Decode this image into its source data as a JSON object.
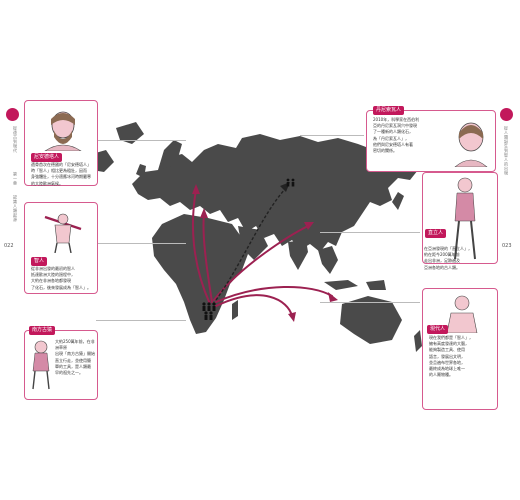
{
  "left_margin": {
    "vertical_title": "從遠古到現代",
    "chapter": "第一章",
    "subtitle": "認識人類起源",
    "page_number": "022"
  },
  "right_margin": {
    "vertical_title": "從人類誕生到智人的出現",
    "page_number": "023"
  },
  "cards": {
    "dmanisi": {
      "tag": "尼安德塔人",
      "text": [
        "遺骨首次在德國的「尼安德塔人」",
        "時「智人」相比更為粗壯，因而",
        "身強體壯，十分適應冰河時期嚴寒",
        "的大陸歐洲氣候。"
      ]
    },
    "erectus": {
      "tag": "智人",
      "text": [
        "從非洲出發的最初的智人",
        "抵達歐洲大陸的過程中，",
        "大約在非洲各地都發現",
        "了化石，後來發展成為「智人」。"
      ]
    },
    "australopithecus": {
      "tag": "南方古猿",
      "text": [
        "大約250萬年前，在非洲草原",
        "出現「南方古猿」開始",
        "直立行走，並使用簡",
        "單的工具，是人類最",
        "早的祖先之一。"
      ]
    },
    "denisovan": {
      "tag": "丹尼索瓦人",
      "text": [
        "2010年，科學家在西伯利",
        "亞的丹尼索瓦洞穴中發現",
        "了一種新的人類化石，",
        "為「丹尼索瓦人」，",
        "他們與尼安德塔人有著",
        "密切的關係。"
      ]
    },
    "homo_erectus": {
      "tag": "直立人",
      "text": [
        "在亞洲發現的「直立人」，",
        "約在距今200萬年前",
        "走出非洲，足跡遍及",
        "亞洲各地的古人類。"
      ]
    },
    "sapiens": {
      "tag": "現代人",
      "text": [
        "現在我們都是「智人」，",
        "擁有高度發達的大腦，",
        "能夠製造工具、使用",
        "語言，發展出文明，",
        "並且遍布世界各地，",
        "最終成為地球上唯一",
        "的人屬物種。"
      ]
    }
  }
}
